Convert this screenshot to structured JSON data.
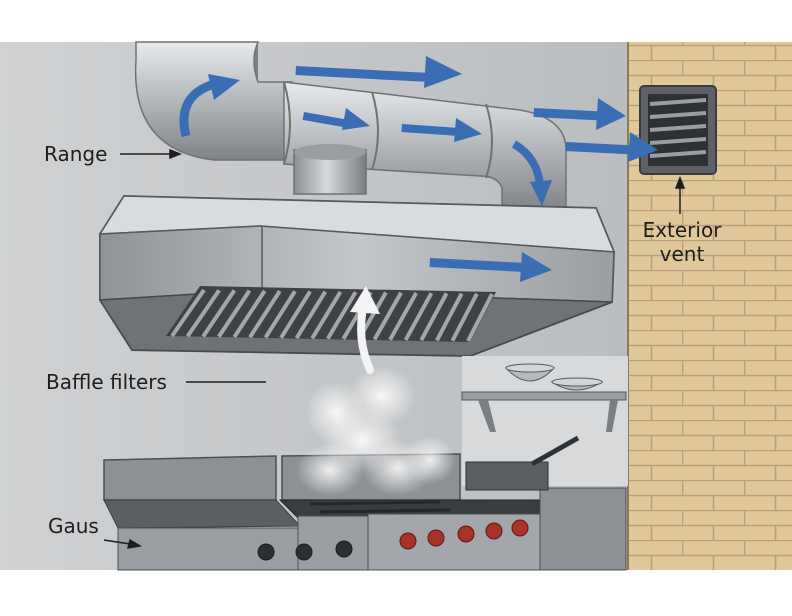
{
  "labels": {
    "range": "Range",
    "baffle_filters": "Baffle filters",
    "gaus": "Gaus",
    "exterior_vent_line1": "Exterior",
    "exterior_vent_line2": "vent"
  },
  "icons": [
    "airflow-arrow-icon",
    "smoke-rise-arrow-icon",
    "label-pointer-arrow-icon"
  ],
  "colors": {
    "airflow_arrow": "#3a6db3",
    "brick": "#e0c89a",
    "mortar": "#b9a27a",
    "stainless": "#a7aaad",
    "knob_red": "#a8322a",
    "wall": "#c6c8ca"
  }
}
